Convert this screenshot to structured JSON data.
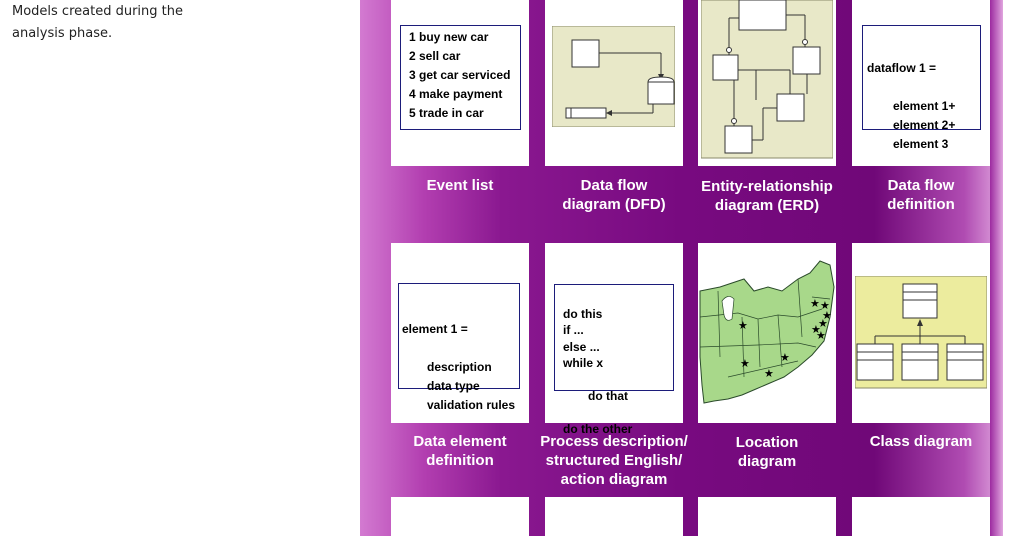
{
  "caption": "Models created during the\nanalysis phase.",
  "cards": [
    {
      "label": "Event list",
      "content": "1 buy new car\n2 sell car\n3 get car serviced\n4 make payment\n5 trade in car"
    },
    {
      "label": "Data flow\ndiagram (DFD)"
    },
    {
      "label": "Entity-relationship\ndiagram (ERD)"
    },
    {
      "label": "Data flow\ndefinition",
      "content_head": "dataflow 1 =",
      "content_body": "element 1+\nelement 2+\nelement 3"
    },
    {
      "label": "Data element\ndefinition",
      "content_head": "element 1 =",
      "content_body": "description\ndata type\nvalidation rules"
    },
    {
      "label": "Process description/\nstructured English/\naction diagram",
      "content_head": "do this\nif ...\nelse ...\nwhile x",
      "content_indent": "do that",
      "content_tail": "do the other"
    },
    {
      "label": "Location\ndiagram"
    },
    {
      "label": "Class diagram"
    }
  ],
  "colors": {
    "panel": "#780a80",
    "diagram_bg": "#e8e8c8",
    "map_green": "#a8d88a",
    "class_bg": "#ecec9e",
    "box_border": "#1c1c7a"
  }
}
